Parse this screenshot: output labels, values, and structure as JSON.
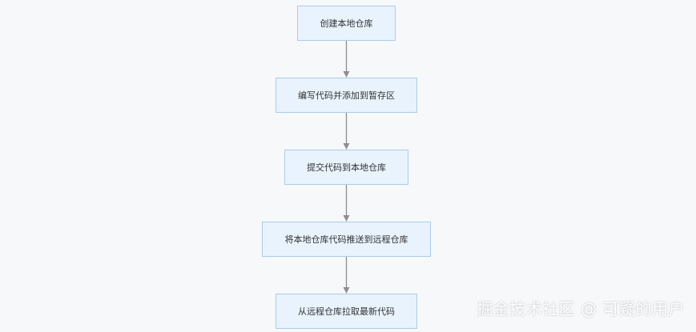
{
  "flow": {
    "steps": [
      "创建本地仓库",
      "编写代码并添加到暂存区",
      "提交代码到本地仓库",
      "将本地仓库代码推送到远程仓库",
      "从远程仓库拉取最新代码"
    ]
  },
  "watermark": {
    "text": "掘金技术社区 @ 可疑的用户"
  },
  "colors": {
    "background": "#f7f8fa",
    "node_fill": "#e8f3fd",
    "node_border": "#a9cdee",
    "arrow": "#8f8f8f",
    "text": "#333333"
  }
}
